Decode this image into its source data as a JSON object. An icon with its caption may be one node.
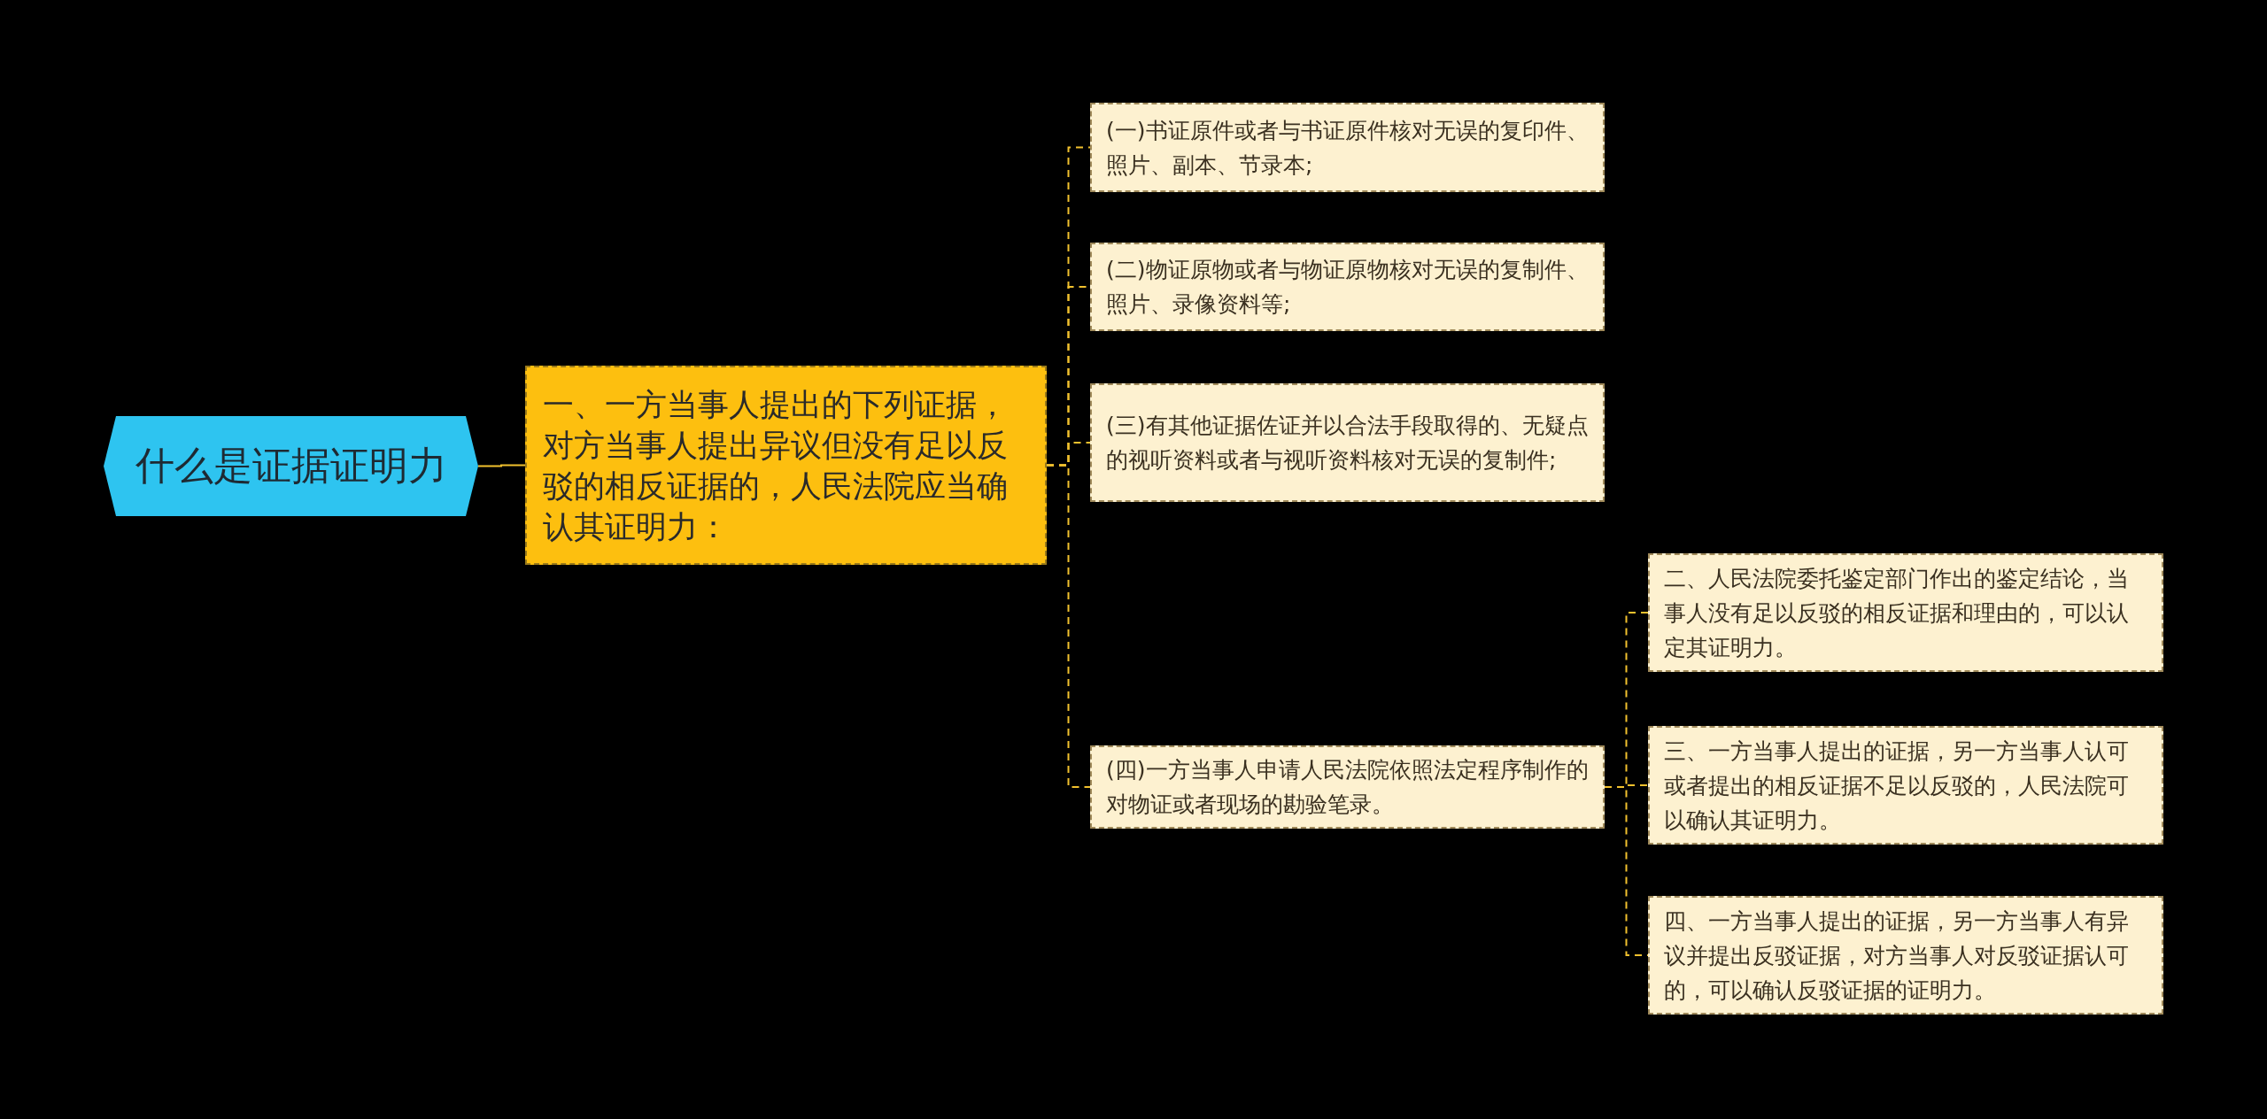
{
  "diagram": {
    "nodes": [
      {
        "text": [
          "什么是证据证明力"
        ]
      },
      {
        "text": [
          "一、一方当事人提出的下列证据，对方当事人提出异议但没有足以反驳的相反证据的，人民法院应当确认其证明力："
        ]
      },
      {
        "text": [
          "(一)书证原件或者与书证原件核对无误的复印件、照片、副本、节录本;"
        ]
      },
      {
        "text": [
          "(二)物证原物或者与物证原物核对无误的复制件、照片、录像资料等;"
        ]
      },
      {
        "text": [
          "(三)有其他证据佐证并以合法手段取得的、无疑点的视听资料或者与视听资料核对无误的复制件;"
        ]
      },
      {
        "text": [
          "(四)一方当事人申请人民法院依照法定程序制作的对物证或者现场的勘验笔录。"
        ]
      },
      {
        "text": [
          "二、人民法院委托鉴定部门作出的鉴定结论，当事人没有足以反驳的相反证据和理由的，可以认定其证明力。"
        ]
      },
      {
        "text": [
          "三、一方当事人提出的证据，另一方当事人认可或者提出的相反证据不足以反驳的，人民法院可以确认其证明力。"
        ]
      },
      {
        "text": [
          "四、一方当事人提出的证据，另一方当事人有异议并提出反驳证据，对方当事人对反驳证据认可的，可以确认反驳证据的证明力。"
        ]
      }
    ],
    "edges": [
      {
        "from": 0,
        "to": 1,
        "arrow": "none"
      },
      {
        "from": 1,
        "to": 2,
        "arrow": "none",
        "style": "dashed"
      },
      {
        "from": 1,
        "to": 3,
        "arrow": "none",
        "style": "dashed"
      },
      {
        "from": 1,
        "to": 4,
        "arrow": "none",
        "style": "dashed"
      },
      {
        "from": 1,
        "to": 5,
        "arrow": "none",
        "style": "dashed"
      },
      {
        "from": 5,
        "to": 6,
        "arrow": "none",
        "style": "dashed"
      },
      {
        "from": 5,
        "to": 7,
        "arrow": "none",
        "style": "dashed"
      },
      {
        "from": 5,
        "to": 8,
        "arrow": "none",
        "style": "dashed"
      }
    ]
  }
}
